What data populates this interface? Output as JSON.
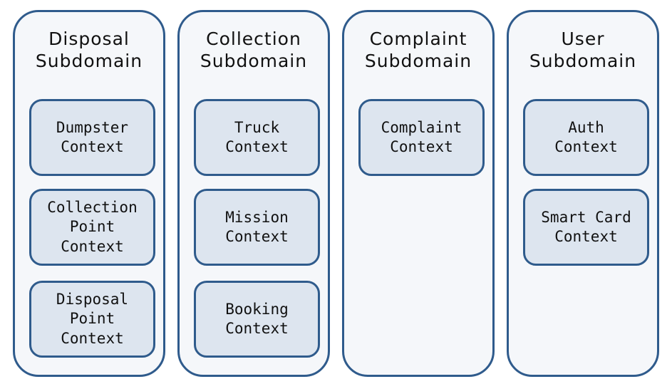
{
  "subdomains": [
    {
      "title": [
        "Disposal",
        "Subdomain"
      ],
      "contexts": [
        [
          "Dumpster",
          "Context"
        ],
        [
          "Collection",
          "Point",
          "Context"
        ],
        [
          "Disposal",
          "Point",
          "Context"
        ]
      ]
    },
    {
      "title": [
        "Collection",
        "Subdomain"
      ],
      "contexts": [
        [
          "Truck",
          "Context"
        ],
        [
          "Mission",
          "Context"
        ],
        [
          "Booking",
          "Context"
        ]
      ]
    },
    {
      "title": [
        "Complaint",
        "Subdomain"
      ],
      "contexts": [
        [
          "Complaint",
          "Context"
        ]
      ]
    },
    {
      "title": [
        "User",
        "Subdomain"
      ],
      "contexts": [
        [
          "Auth",
          "Context"
        ],
        [
          "Smart Card",
          "Context"
        ]
      ]
    }
  ],
  "colors": {
    "border": "#2f5b8c",
    "subdomain_fill": "#f5f7fa",
    "context_fill": "#dde5ef",
    "text": "#111111"
  }
}
